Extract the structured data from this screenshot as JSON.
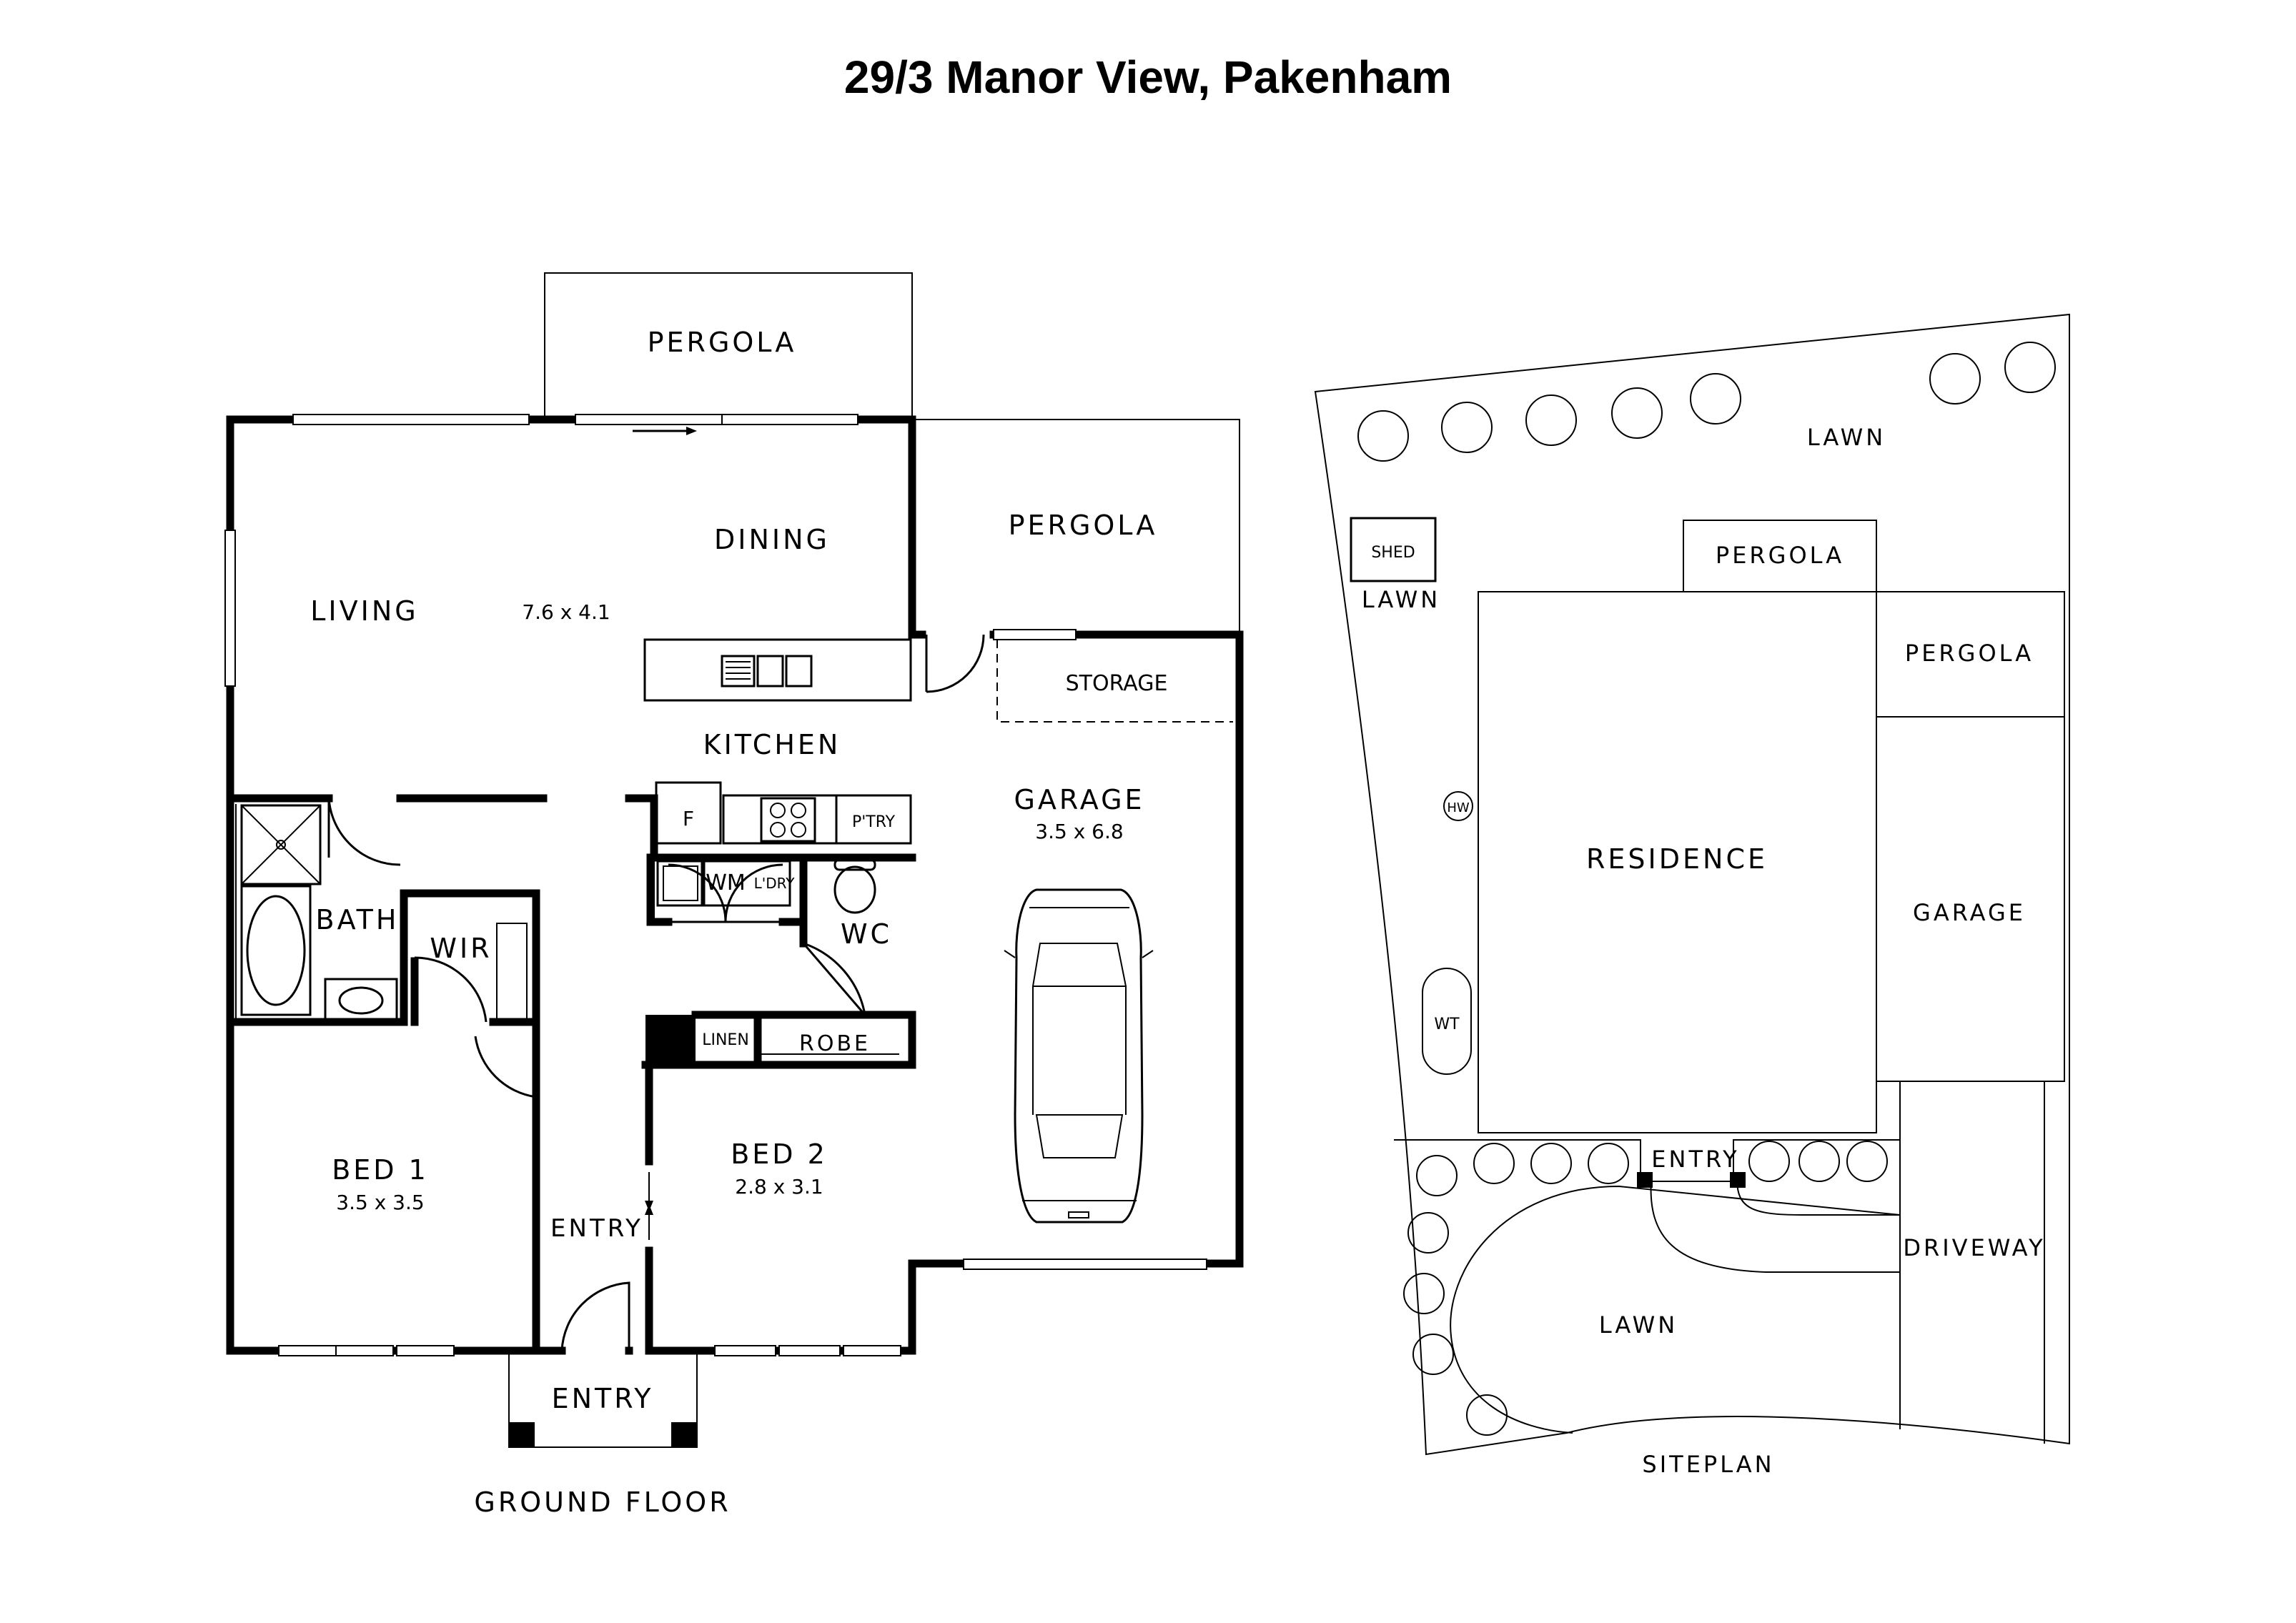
{
  "title": "29/3 Manor View, Pakenham",
  "floor_plan": {
    "caption": "GROUND FLOOR",
    "rooms": {
      "pergola_top": "PERGOLA",
      "dining": "DINING",
      "living": "LIVING",
      "living_dims": "7.6 x 4.1",
      "kitchen": "KITCHEN",
      "pergola_side": "PERGOLA",
      "storage": "STORAGE",
      "garage": "GARAGE",
      "garage_dims": "3.5 x 6.8",
      "fridge": "F",
      "pantry": "P'TRY",
      "wm": "WM",
      "laundry": "L'DRY",
      "wc": "WC",
      "bath": "BATH",
      "wir": "WIR",
      "linen": "LINEN",
      "robe": "ROBE",
      "bed1": "BED 1",
      "bed1_dims": "3.5 x 3.5",
      "bed2": "BED 2",
      "bed2_dims": "2.8 x 3.1",
      "entry_hall": "ENTRY",
      "entry_porch": "ENTRY"
    }
  },
  "site_plan": {
    "caption": "SITEPLAN",
    "labels": {
      "lawn_top": "LAWN",
      "shed": "SHED",
      "lawn_side": "LAWN",
      "pergola_a": "PERGOLA",
      "pergola_b": "PERGOLA",
      "hw": "HW",
      "residence": "RESIDENCE",
      "garage": "GARAGE",
      "wt": "WT",
      "entry": "ENTRY",
      "driveway": "DRIVEWAY",
      "lawn_front": "LAWN"
    }
  }
}
